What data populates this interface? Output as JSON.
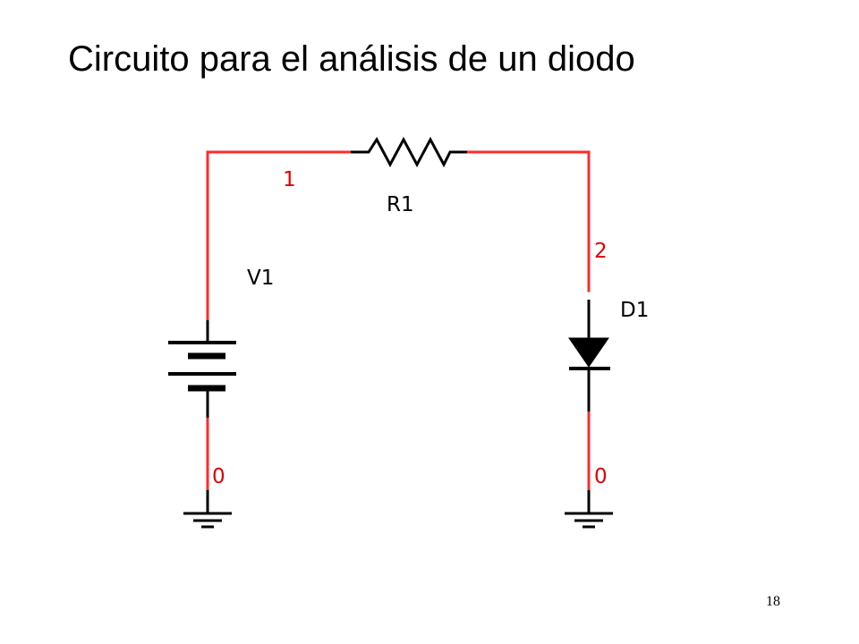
{
  "slide": {
    "title": "Circuito para el análisis de un diodo",
    "page_number": "18"
  },
  "schematic": {
    "components": {
      "source": "V1",
      "resistor": "R1",
      "diode": "D1"
    },
    "nodes": {
      "source_top": "1",
      "diode_top": "2",
      "ground_left": "0",
      "ground_right": "0"
    }
  },
  "colors": {
    "wire": "#ff2a2a",
    "component": "#000000",
    "node_label": "#e00000",
    "component_label": "#000000"
  }
}
